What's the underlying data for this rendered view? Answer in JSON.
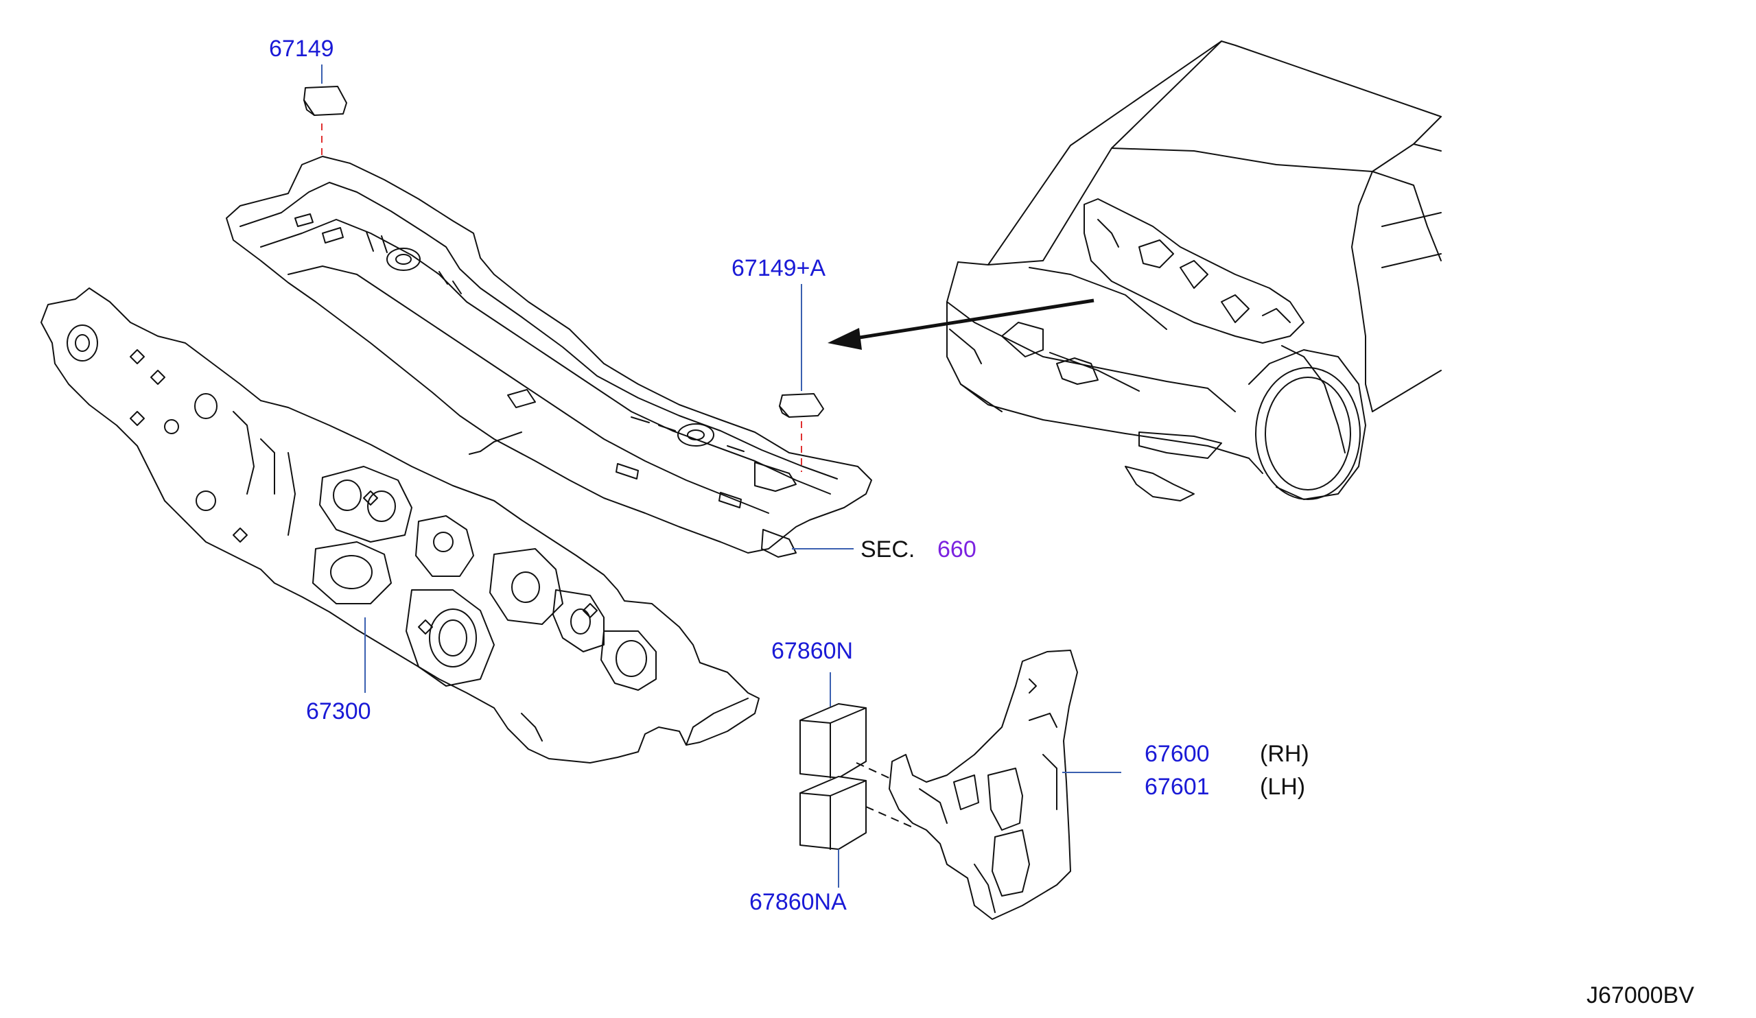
{
  "colors": {
    "callout": "#1a1ad6",
    "reference": "#7b22e0",
    "ink": "#111111",
    "leader": "#3a5fb0",
    "centerline": "#e03030"
  },
  "labels": {
    "p67149": "67149",
    "p67149a": "67149+A",
    "sec_prefix": "SEC.",
    "sec_number": "660",
    "p67300": "67300",
    "p67860n": "67860N",
    "p67860na": "67860NA",
    "p67600": "67600",
    "p67601": "67601",
    "rh": "(RH)",
    "lh": "(LH)",
    "diagram_code": "J67000BV"
  }
}
